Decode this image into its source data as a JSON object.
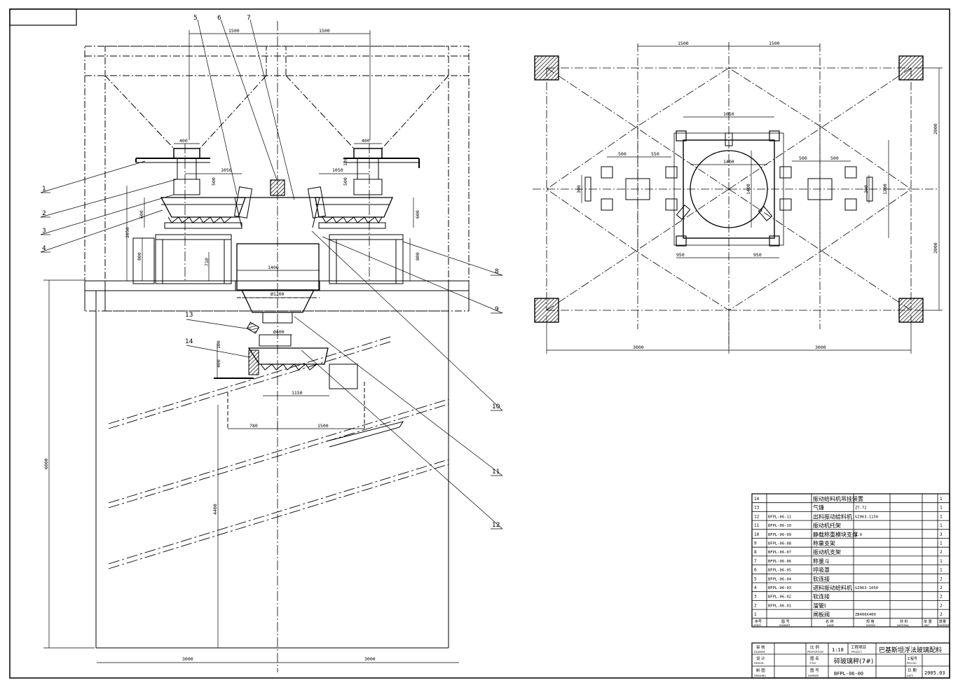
{
  "dimensions": {
    "top_left": "1500",
    "top_right": "1500",
    "bottom_left": "3000",
    "bottom_right": "3000",
    "height_total": "6000",
    "height_lower": "4400",
    "bin_width_a": "400",
    "bin_width_b": "400",
    "feeder_1050_l": "1050",
    "feeder_1050_r": "1050",
    "h_500_l": "500",
    "h_500_r": "500",
    "h_120_r": "120",
    "h_600_l": "600",
    "h_600_r": "600",
    "h_2050": "2050",
    "h_800_l": "800",
    "h_800_r": "800",
    "h_710": "710",
    "hopper_w": "1400",
    "hopper_dia": "Ø1200",
    "outlet_dia": "Ø400",
    "h_100": "100",
    "h_400": "400",
    "belt_1150": "1150",
    "belt_780": "780",
    "belt_1500": "1500",
    "plan_top_l": "1500",
    "plan_top_r": "1500",
    "plan_1050": "1050",
    "plan_1400": "1400",
    "plan_500_l": "500",
    "plan_550": "550",
    "plan_500_r": "500",
    "plan_500_rr": "500",
    "plan_950_l": "950",
    "plan_950_r": "950",
    "plan_bot_l": "3000",
    "plan_bot_r": "3000",
    "plan_v_top": "2000",
    "plan_v_bot": "2000",
    "plan_v_1200": "1200",
    "plan_v_1400": "1400",
    "plan_300_l": "300",
    "plan_300_r": "300"
  },
  "balloons": [
    "1",
    "2",
    "3",
    "4",
    "5",
    "6",
    "7",
    "8",
    "9",
    "10",
    "11",
    "12",
    "13",
    "14"
  ],
  "parts": [
    {
      "no": "14",
      "code": "",
      "name": "振动给料机吊挂装置",
      "spec": "",
      "qty": "1"
    },
    {
      "no": "13",
      "code": "",
      "name": "气锤",
      "spec": "ZT-72",
      "qty": "1"
    },
    {
      "no": "12",
      "code": "BFPL-06-11",
      "name": "出料振动给料机",
      "spec": "GZ063-1150",
      "qty": "1"
    },
    {
      "no": "11",
      "code": "BFPL-06-10",
      "name": "振动机托架",
      "spec": "",
      "qty": "1"
    },
    {
      "no": "10",
      "code": "BFPL-06-09",
      "name": "静载称重模块支撑",
      "spec": "1.0",
      "qty": "3"
    },
    {
      "no": "9",
      "code": "BFPL-06-08",
      "name": "称量支架",
      "spec": "",
      "qty": "1"
    },
    {
      "no": "8",
      "code": "BFPL-06-07",
      "name": "振动机支架",
      "spec": "",
      "qty": "2"
    },
    {
      "no": "7",
      "code": "BFPL-06-06",
      "name": "称量斗",
      "spec": "",
      "qty": "1"
    },
    {
      "no": "6",
      "code": "BFPL-06-05",
      "name": "呼吸罩",
      "spec": "",
      "qty": "1"
    },
    {
      "no": "5",
      "code": "BFPL-06-04",
      "name": "软连接",
      "spec": "",
      "qty": "2"
    },
    {
      "no": "4",
      "code": "BFPL-06-03",
      "name": "进料振动给料机",
      "spec": "GZ063-1050",
      "qty": "2"
    },
    {
      "no": "3",
      "code": "BFPL-06-02",
      "name": "软连接",
      "spec": "",
      "qty": "2"
    },
    {
      "no": "2",
      "code": "BFPL-06-01",
      "name": "溜管Ⅰ",
      "spec": "",
      "qty": "2"
    },
    {
      "no": "1",
      "code": "",
      "name": "闸板阀",
      "spec": "ZB400X400",
      "qty": "2"
    }
  ],
  "bom_header": {
    "no": "序号",
    "no_en": "ARRAY",
    "code": "图 号",
    "code_en": "NUMBER",
    "name": "名 称",
    "name_en": "NAME",
    "spec": "规 格",
    "spec_en": "NORMS",
    "material": "材 料",
    "material_en": "MATERIAL",
    "unit_weight": "单 重",
    "unit_weight_en": "UNIT",
    "qty": "数量",
    "qty_en": "NUMBER"
  },
  "title_block": {
    "examine": "审 核",
    "examine_en": "EXAMINE",
    "design": "设 计",
    "design_en": "DESIGN",
    "drawing": "制 图",
    "drawing_en": "DRAWING",
    "proportion": "比 例",
    "proportion_en": "PROPORTION",
    "scale": "1:18",
    "project_label": "工程项目",
    "project_label_en": "PROJECT",
    "project": "巴基斯坦浮法玻璃配料",
    "title_label": "图 名",
    "title_label_en": "TITLE",
    "title": "碎玻璃秤(7#)",
    "number_label": "图 号",
    "number_label_en": "NUMBER",
    "number": "BFPL-06-00",
    "prono_label": "工程号",
    "prono_label_en": "PRO.NO",
    "date_label": "日 期",
    "date_label_en": "DATE",
    "date": "2005.03"
  }
}
